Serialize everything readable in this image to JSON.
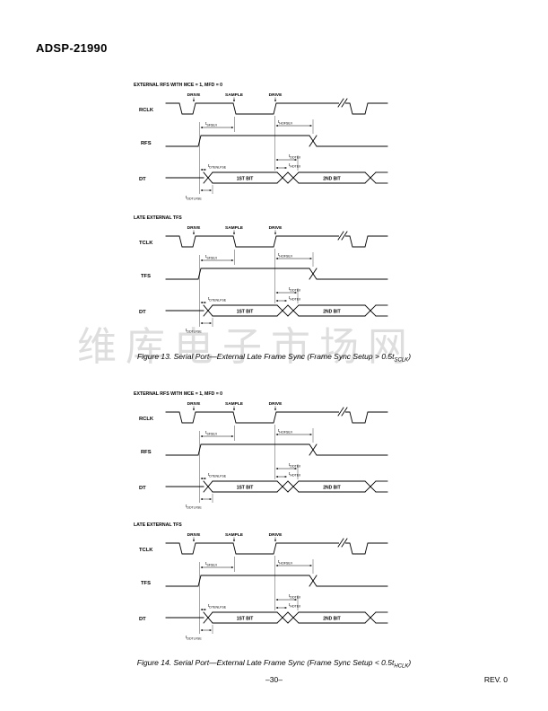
{
  "page": {
    "header_title": "ADSP-21990",
    "watermark": "维库电子市场网",
    "footer_page_number": "–30–",
    "footer_revision": "REV. 0"
  },
  "figures": [
    {
      "caption_main": "Figure 13. Serial Port—External Late Frame Sync (Frame Sync Setup > 0.5t",
      "caption_sub": "SCLK",
      "caption_end": ")"
    },
    {
      "caption_main": "Figure 14. Serial Port—External Late Frame Sync (Frame Sync Setup < 0.5t",
      "caption_sub": "HCLK",
      "caption_end": ")"
    }
  ],
  "diagrams": [
    {
      "title": "EXTERNAL RFS WITH MCE = 1, MFD = 0",
      "clock_label": "RCLK",
      "fs_label": "RFS",
      "dt_label": "DT",
      "drive1": "DRIVE",
      "sample": "SAMPLE",
      "drive2": "DRIVE",
      "bit1": "1ST BIT",
      "bit2": "2ND BIT",
      "t_sfse": {
        "m": "t",
        "s": "SFSE/I"
      },
      "t_hofse": {
        "m": "t",
        "s": "HOFSE/I"
      },
      "t_dtenlfse": {
        "m": "t",
        "s": "DTENLFSE"
      },
      "t_ddte": {
        "m": "t",
        "s": "DDTE/I"
      },
      "t_hdte": {
        "m": "t",
        "s": "HDTE/I"
      },
      "t_ddtlfse": {
        "m": "t",
        "s": "DDTLFSE"
      }
    },
    {
      "title": "LATE EXTERNAL TFS",
      "clock_label": "TCLK",
      "fs_label": "TFS",
      "dt_label": "DT",
      "drive1": "DRIVE",
      "sample": "SAMPLE",
      "drive2": "DRIVE",
      "bit1": "1ST BIT",
      "bit2": "2ND BIT",
      "t_sfse": {
        "m": "t",
        "s": "SFSE/I"
      },
      "t_hofse": {
        "m": "t",
        "s": "HOFSE/I"
      },
      "t_dtenlfse": {
        "m": "t",
        "s": "DTENLFSE"
      },
      "t_ddte": {
        "m": "t",
        "s": "DDTE/I"
      },
      "t_hdte": {
        "m": "t",
        "s": "HDTE/I"
      },
      "t_ddtlfse": {
        "m": "t",
        "s": "DDTLFSE"
      }
    },
    {
      "title": "EXTERNAL RFS WITH MCE = 1, MFD = 0",
      "clock_label": "RCLK",
      "fs_label": "RFS",
      "dt_label": "DT",
      "drive1": "DRIVE",
      "sample": "SAMPLE",
      "drive2": "DRIVE",
      "bit1": "1ST BIT",
      "bit2": "2ND BIT",
      "t_sfse": {
        "m": "t",
        "s": "SFSE/I"
      },
      "t_hofse": {
        "m": "t",
        "s": "HOFSE/I"
      },
      "t_dtenlfse": {
        "m": "t",
        "s": "DTENLFSE"
      },
      "t_ddte": {
        "m": "t",
        "s": "DDTE/I"
      },
      "t_hdte": {
        "m": "t",
        "s": "HDTE/I"
      },
      "t_ddtlfse": {
        "m": "t",
        "s": "DDTLFSE"
      }
    },
    {
      "title": "LATE EXTERNAL TFS",
      "clock_label": "TCLK",
      "fs_label": "TFS",
      "dt_label": "DT",
      "drive1": "DRIVE",
      "sample": "SAMPLE",
      "drive2": "DRIVE",
      "bit1": "1ST BIT",
      "bit2": "2ND BIT",
      "t_sfse": {
        "m": "t",
        "s": "SFSE/I"
      },
      "t_hofse": {
        "m": "t",
        "s": "HOFSE/I"
      },
      "t_dtenlfse": {
        "m": "t",
        "s": "DTENLFSE"
      },
      "t_ddte": {
        "m": "t",
        "s": "DDTE/I"
      },
      "t_hdte": {
        "m": "t",
        "s": "HDTE/I"
      },
      "t_ddtlfse": {
        "m": "t",
        "s": "DDTLFSE"
      }
    }
  ]
}
